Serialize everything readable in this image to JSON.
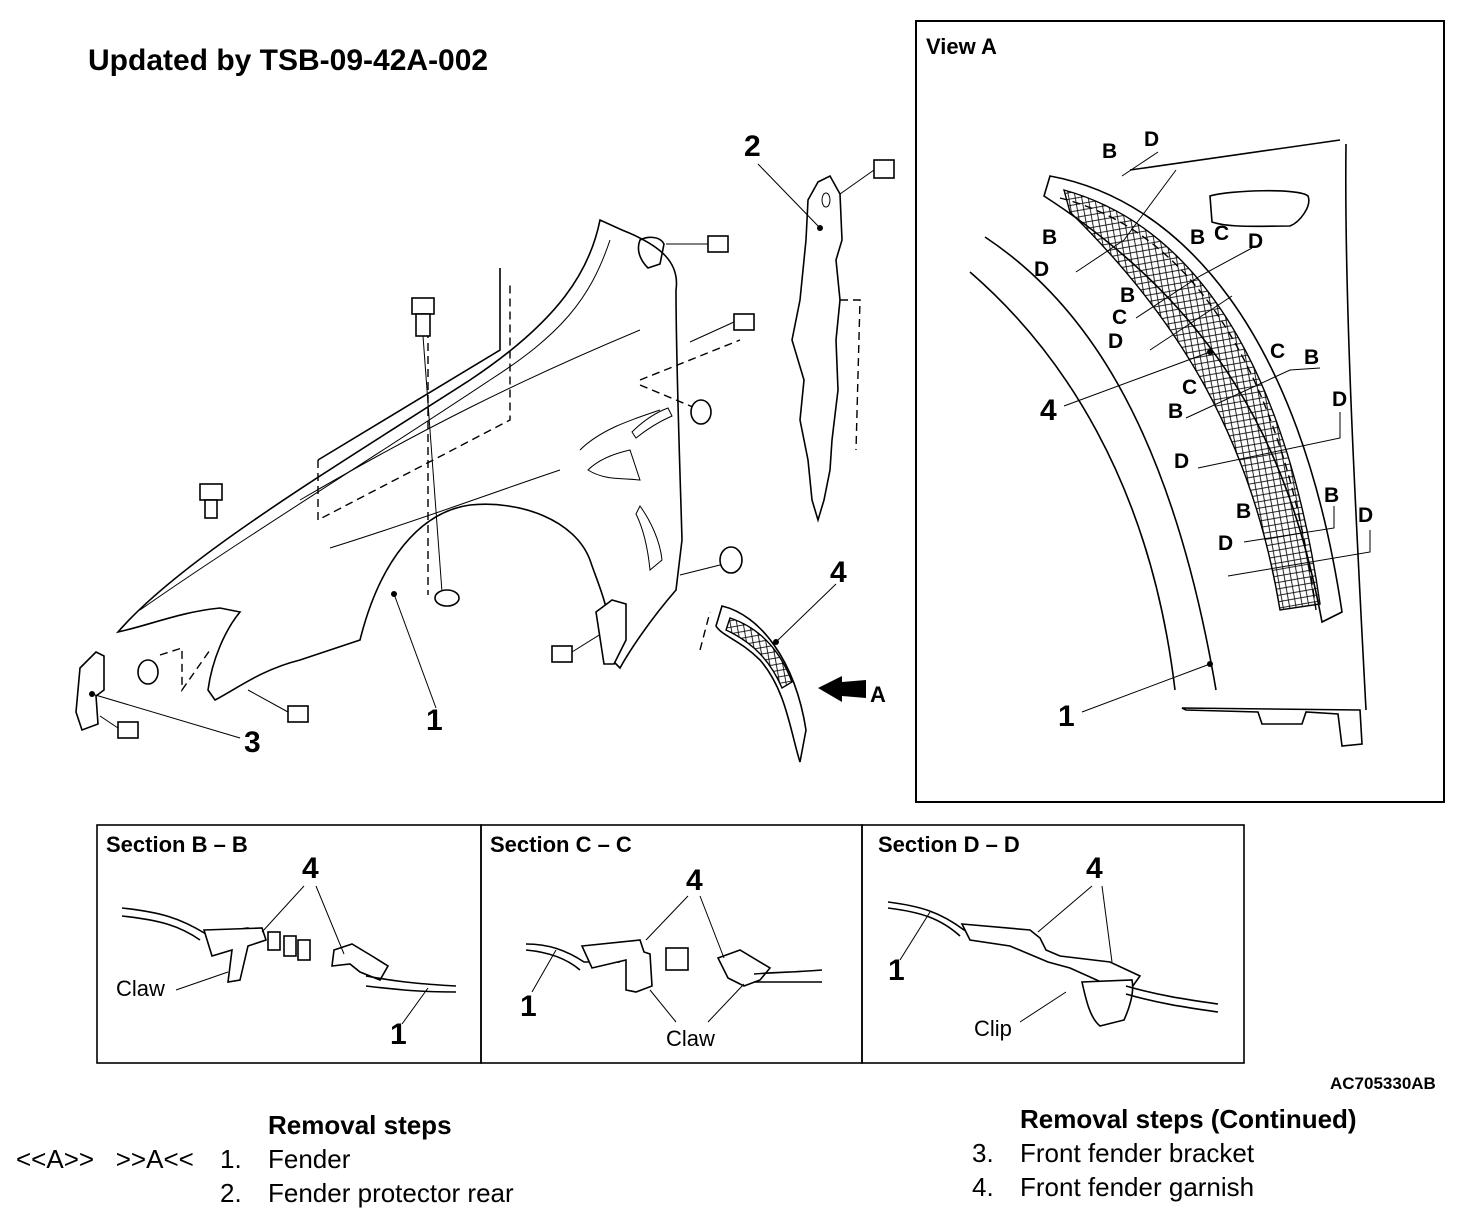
{
  "title": "Updated by TSB-09-42A-002",
  "drawing_code": "AC705330AB",
  "callouts": {
    "fender": "1",
    "protector": "2",
    "bracket": "3",
    "garnish": "4",
    "view_arrow": "A"
  },
  "view_a": {
    "label": "View A",
    "part_4": "4",
    "part_1": "1",
    "section_marks": [
      "B",
      "D",
      "B",
      "D",
      "B",
      "C",
      "D",
      "B",
      "C",
      "D",
      "C",
      "B",
      "C",
      "B",
      "D",
      "D",
      "B",
      "B",
      "D",
      "D"
    ]
  },
  "sections": [
    {
      "label": "Section B – B",
      "part_4": "4",
      "part_1": "1",
      "note": "Claw"
    },
    {
      "label": "Section C – C",
      "part_4": "4",
      "part_1": "1",
      "note": "Claw"
    },
    {
      "label": "Section D – D",
      "part_4": "4",
      "part_1": "1",
      "note": "Clip"
    }
  ],
  "removal": {
    "header": "Removal steps",
    "marks": "<<A>>   >>A<<",
    "steps": [
      {
        "num": "1.",
        "text": "Fender"
      },
      {
        "num": "2.",
        "text": "Fender protector rear"
      }
    ]
  },
  "removal_cont": {
    "header": "Removal steps (Continued)",
    "steps": [
      {
        "num": "3.",
        "text": "Front fender bracket"
      },
      {
        "num": "4.",
        "text": "Front fender garnish"
      }
    ]
  }
}
